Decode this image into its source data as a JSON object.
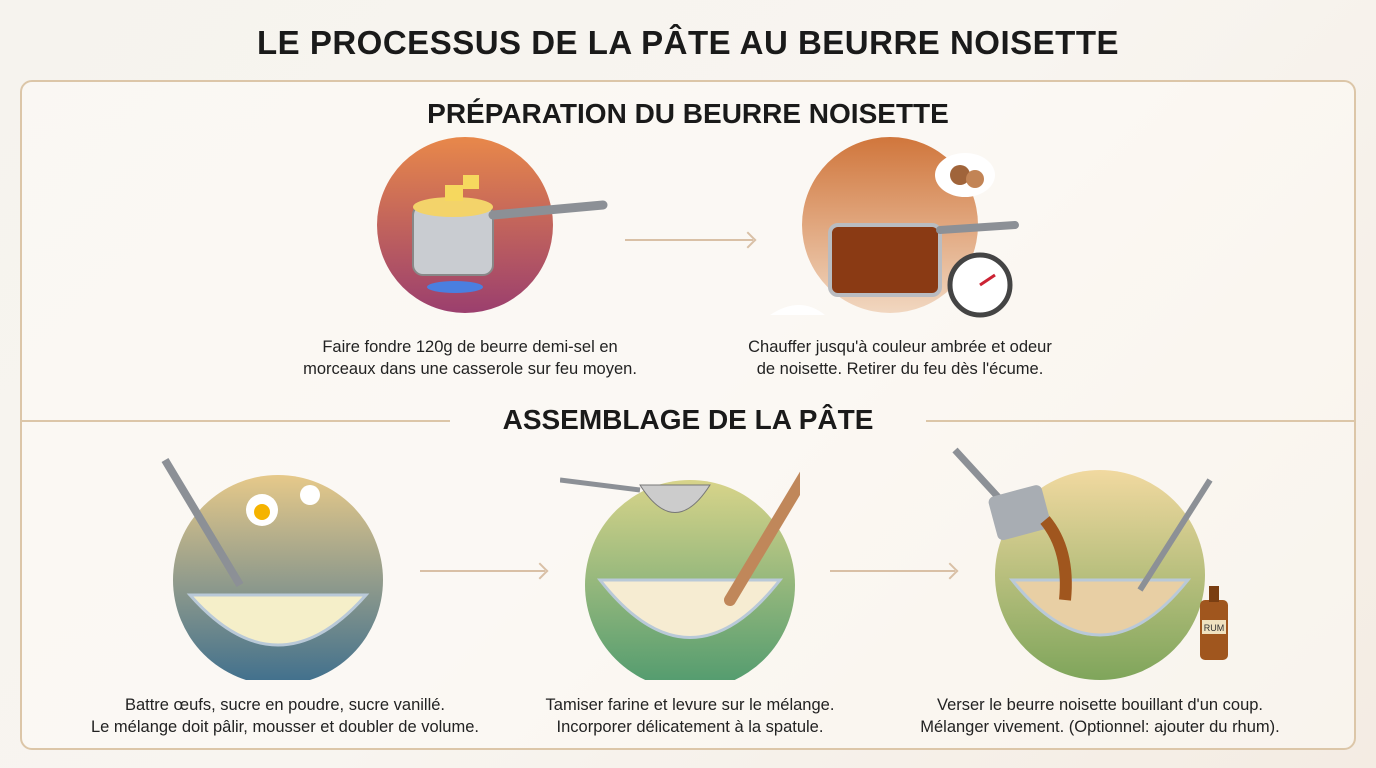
{
  "title": "LE PROCESSUS DE LA PÂTE AU BEURRE NOISETTE",
  "sections": [
    {
      "heading": "PRÉPARATION DU BEURRE NOISETTE",
      "steps": [
        {
          "icon": "butter-saucepan-icon",
          "line1": "Faire fondre 120g de beurre demi-sel en",
          "line2": "morceaux dans une casserole sur feu moyen."
        },
        {
          "icon": "browned-butter-timer-icon",
          "line1": "Chauffer jusqu'à couleur ambrée et odeur",
          "line2": "de noisette. Retirer du feu dès l'écume."
        }
      ]
    },
    {
      "heading": "ASSEMBLAGE DE LA PÂTE",
      "steps": [
        {
          "icon": "whisk-eggs-sugar-icon",
          "line1": "Battre œufs, sucre en poudre, sucre vanillé.",
          "line2": "Le mélange doit pâlir, mousser et doubler de volume."
        },
        {
          "icon": "sift-flour-spatula-icon",
          "line1": "Tamiser farine et levure sur le mélange.",
          "line2": "Incorporer délicatement à la spatule."
        },
        {
          "icon": "pour-butter-rum-icon",
          "line1": "Verser le beurre noisette bouillant d'un coup.",
          "line2": "Mélanger vivement. (Optionnel: ajouter du rhum).",
          "bottle_label": "RUM"
        }
      ]
    }
  ]
}
